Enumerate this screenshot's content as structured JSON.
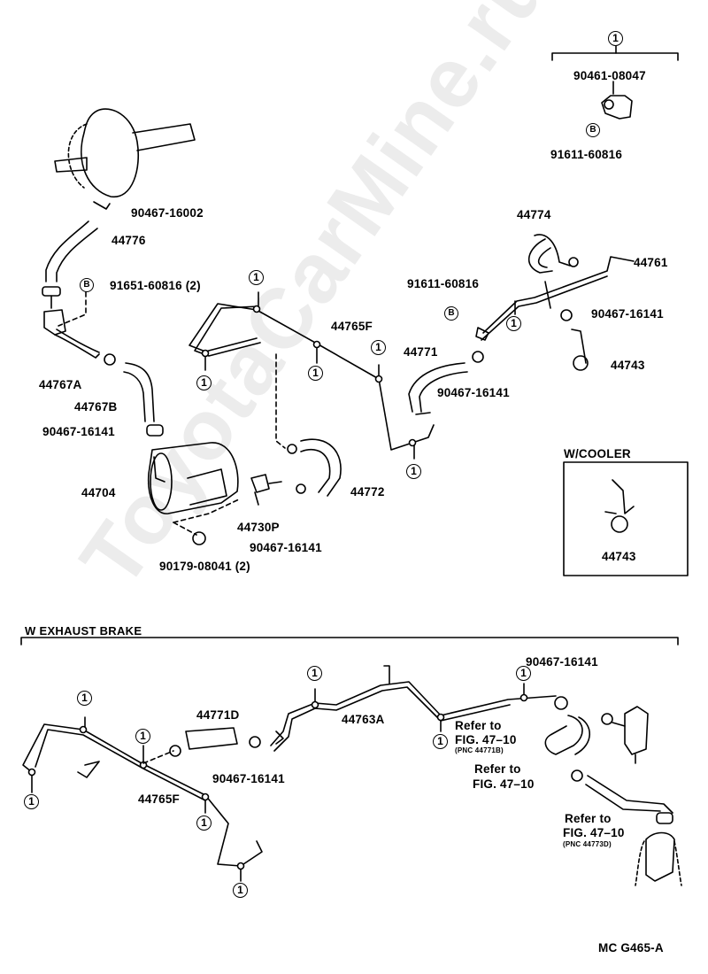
{
  "watermark": "ToyotaCarMine.ru",
  "top_right_box": {
    "circle_number": "1",
    "part_a": "90461-08047",
    "marker_b": "B",
    "part_b": "91611-60816"
  },
  "main_labels": {
    "p90467_16002": "90467-16002",
    "p44776": "44776",
    "p91651_60816": "91651-60816 (2)",
    "marker_b1": "B",
    "p44767A": "44767A",
    "p44767B": "44767B",
    "p90467_16141_left": "90467-16141",
    "p44704": "44704",
    "p44730P": "44730P",
    "p90179_08041": "90179-08041 (2)",
    "p90467_16141_mid": "90467-16141",
    "p44772": "44772",
    "p44765F_top": "44765F",
    "p44771": "44771",
    "p90467_16141_center": "90467-16141",
    "p91611_60816": "91611-60816",
    "marker_b2": "B",
    "p44774": "44774",
    "p44761": "44761",
    "p90467_16141_right": "90467-16141",
    "p44743": "44743"
  },
  "cooler_box": {
    "title": "W/COOLER",
    "part": "44743"
  },
  "exhaust_section": {
    "title": "W  EXHAUST BRAKE",
    "p44771D": "44771D",
    "p90467_16141_a": "90467-16141",
    "p44765F": "44765F",
    "p44763A": "44763A",
    "p90467_16141_b": "90467-16141",
    "refer1": "Refer to",
    "fig1": "FIG. 47–10",
    "pnc1": "(PNC 44771B)",
    "refer2": "Refer to",
    "fig2": "FIG. 47–10",
    "refer3": "Refer to",
    "fig3": "FIG. 47–10",
    "pnc3": "(PNC 44773D)"
  },
  "circle_marker": "1",
  "figure_code": "MC G465-A"
}
